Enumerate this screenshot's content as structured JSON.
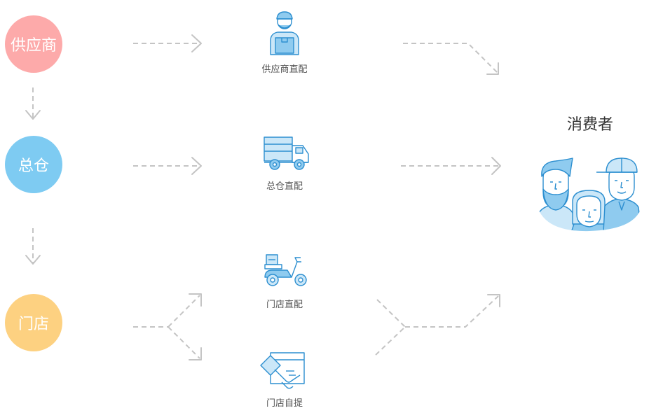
{
  "nodes": {
    "supplier": {
      "label": "供应商",
      "color": "#fdaaaa"
    },
    "warehouse": {
      "label": "总仓",
      "color": "#7ecbf2"
    },
    "store": {
      "label": "门店",
      "color": "#fdd181"
    }
  },
  "methods": {
    "supplier_direct": {
      "label": "供应商直配",
      "icon": "delivery-man-icon"
    },
    "warehouse_direct": {
      "label": "总仓直配",
      "icon": "truck-icon"
    },
    "store_direct": {
      "label": "门店直配",
      "icon": "scooter-icon"
    },
    "store_pickup": {
      "label": "门店自提",
      "icon": "handover-icon"
    }
  },
  "consumer": {
    "label": "消费者",
    "icon": "consumers-group-icon"
  },
  "colors": {
    "arrow": "#c4c4c4",
    "icon_stroke": "#2d8fd0",
    "icon_fill": "#cbe7f8",
    "icon_fill_dark": "#8fcbef"
  }
}
